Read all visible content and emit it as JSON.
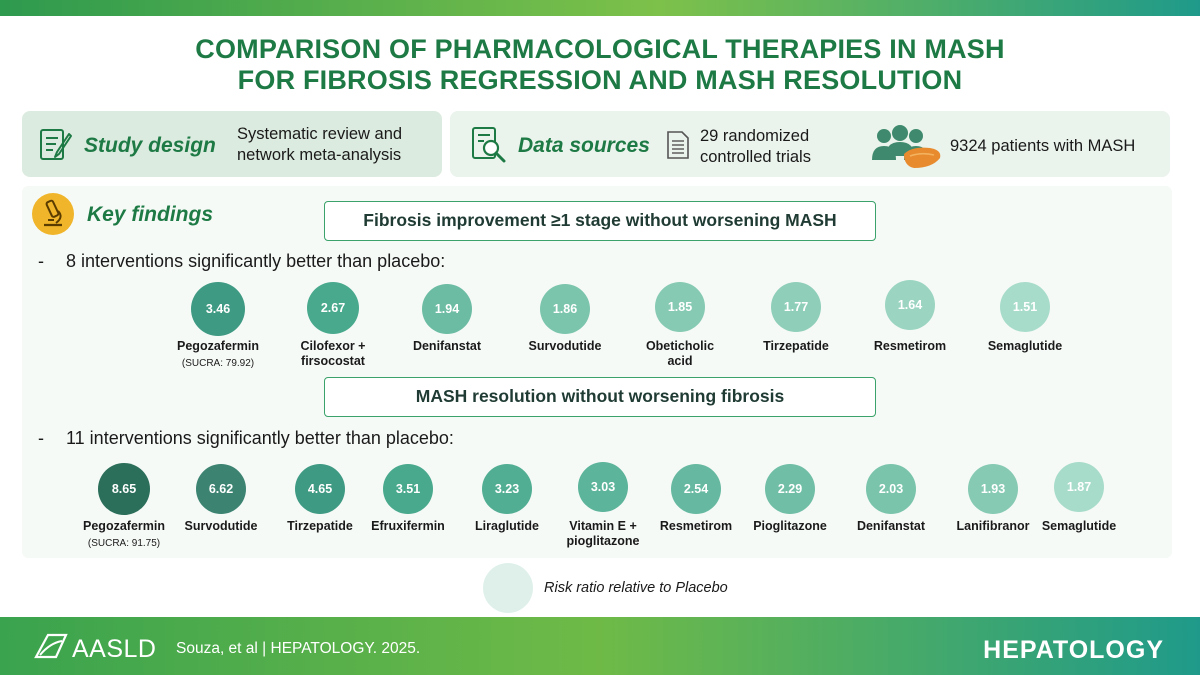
{
  "title": {
    "line1": "COMPARISON OF PHARMACOLOGICAL THERAPIES IN MASH",
    "line2": "FOR FIBROSIS REGRESSION AND MASH RESOLUTION"
  },
  "study_design": {
    "heading": "Study design",
    "text_line1": "Systematic review and",
    "text_line2": "network meta-analysis"
  },
  "data_sources": {
    "heading": "Data sources",
    "trials_line1": "29 randomized",
    "trials_line2": "controlled trials",
    "patients": "9324 patients with MASH"
  },
  "key_findings": {
    "heading": "Key findings"
  },
  "fibrosis": {
    "box_label": "Fibrosis improvement ≥1 stage without worsening MASH",
    "dash": "-",
    "summary": "8 interventions significantly better than placebo:",
    "items": [
      {
        "value": "3.46",
        "name1": "Pegozafermin",
        "name2": "",
        "sucra": "(SUCRA: 79.92)",
        "color": "#3f9a83"
      },
      {
        "value": "2.67",
        "name1": "Cilofexor +",
        "name2": "firsocostat",
        "sucra": "",
        "color": "#49a98d"
      },
      {
        "value": "1.94",
        "name1": "Denifanstat",
        "name2": "",
        "sucra": "",
        "color": "#6cbca3"
      },
      {
        "value": "1.86",
        "name1": "Survodutide",
        "name2": "",
        "sucra": "",
        "color": "#7cc5ad"
      },
      {
        "value": "1.85",
        "name1": "Obeticholic",
        "name2": "acid",
        "sucra": "",
        "color": "#86cab3"
      },
      {
        "value": "1.77",
        "name1": "Tirzepatide",
        "name2": "",
        "sucra": "",
        "color": "#8fcfb9"
      },
      {
        "value": "1.64",
        "name1": "Resmetirom",
        "name2": "",
        "sucra": "",
        "color": "#9bd5c1"
      },
      {
        "value": "1.51",
        "name1": "Semaglutide",
        "name2": "",
        "sucra": "",
        "color": "#a8dcca"
      }
    ]
  },
  "mash": {
    "box_label": "MASH resolution without worsening fibrosis",
    "dash": "-",
    "summary": "11 interventions significantly better than placebo:",
    "items": [
      {
        "value": "8.65",
        "name1": "Pegozafermin",
        "name2": "",
        "sucra": "(SUCRA: 91.75)",
        "color": "#2b6e59"
      },
      {
        "value": "6.62",
        "name1": "Survodutide",
        "name2": "",
        "sucra": "",
        "color": "#3c8371"
      },
      {
        "value": "4.65",
        "name1": "Tirzepatide",
        "name2": "",
        "sucra": "",
        "color": "#3f9a83"
      },
      {
        "value": "3.51",
        "name1": "Efruxifermin",
        "name2": "",
        "sucra": "",
        "color": "#49a98d"
      },
      {
        "value": "3.23",
        "name1": "Liraglutide",
        "name2": "",
        "sucra": "",
        "color": "#52ae93"
      },
      {
        "value": "3.03",
        "name1": "Vitamin E +",
        "name2": "pioglitazone",
        "sucra": "",
        "color": "#5cb49a"
      },
      {
        "value": "2.54",
        "name1": "Resmetirom",
        "name2": "",
        "sucra": "",
        "color": "#66b9a0"
      },
      {
        "value": "2.29",
        "name1": "Pioglitazone",
        "name2": "",
        "sucra": "",
        "color": "#70bea6"
      },
      {
        "value": "2.03",
        "name1": "Denifanstat",
        "name2": "",
        "sucra": "",
        "color": "#7ac4ac"
      },
      {
        "value": "1.93",
        "name1": "Lanifibranor",
        "name2": "",
        "sucra": "",
        "color": "#86cab3"
      },
      {
        "value": "1.87",
        "name1": "Semaglutide",
        "name2": "",
        "sucra": "",
        "color": "#a8dcca"
      }
    ]
  },
  "legend": {
    "label": "Risk ratio relative to Placebo"
  },
  "footer": {
    "org": "AASLD",
    "citation": "Souza, et al  |  HEPATOLOGY. 2025.",
    "journal": "HEPATOLOGY"
  },
  "icons": {
    "study_design": "document-pen-icon",
    "data_sources": "document-magnifier-icon",
    "trials": "document-list-icon",
    "patients": "people-liver-icon",
    "key_findings": "microscope-icon",
    "org_logo": "aasld-logo-icon"
  }
}
